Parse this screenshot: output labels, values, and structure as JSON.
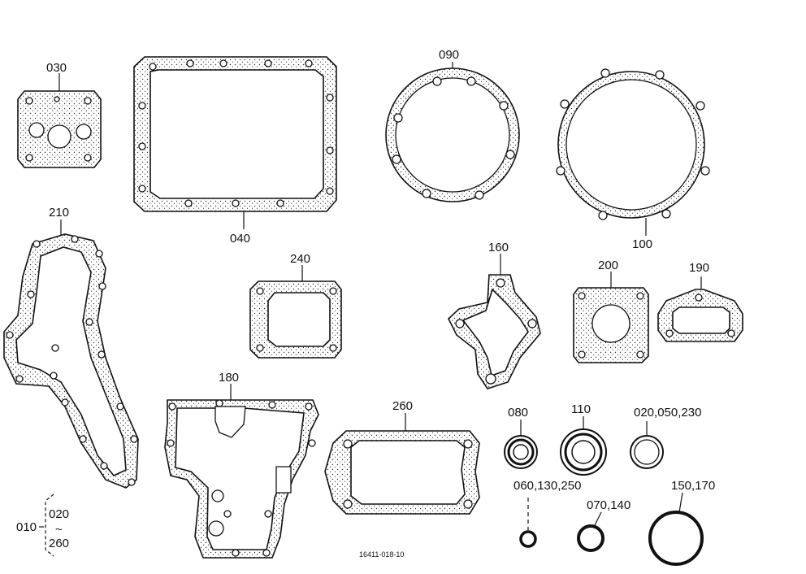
{
  "parts": {
    "p030": "030",
    "p040": "040",
    "p090": "090",
    "p100": "100",
    "p210": "210",
    "p240": "240",
    "p160": "160",
    "p200": "200",
    "p190": "190",
    "p180": "180",
    "p260": "260",
    "p080": "080",
    "p110": "110",
    "p020_050_230": "020,050,230",
    "p060_130_250": "060,130,250",
    "p070_140": "070,140",
    "p150_170": "150,170"
  },
  "set_legend": {
    "main": "010",
    "from": "020",
    "tilde": "~",
    "to": "260"
  },
  "drawing_code": "16411-018-10"
}
